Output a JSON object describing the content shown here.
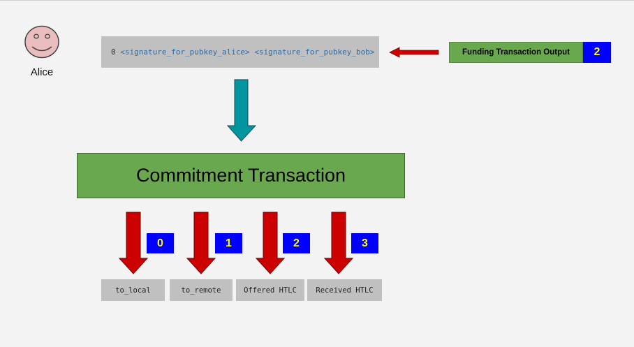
{
  "alice": {
    "name": "Alice"
  },
  "witness": {
    "prefix": "0",
    "sig_alice": "<signature_for_pubkey_alice>",
    "sig_bob": "<signature_for_pubkey_bob>"
  },
  "funding": {
    "label": "Funding Transaction Output",
    "index": "2"
  },
  "commitment": {
    "title": "Commitment Transaction"
  },
  "outputs": [
    {
      "index": "0",
      "label": "to_local"
    },
    {
      "index": "1",
      "label": "to_remote"
    },
    {
      "index": "2",
      "label": "Offered HTLC"
    },
    {
      "index": "3",
      "label": "Received HTLC"
    }
  ],
  "colors": {
    "green_box": "#6aa84f",
    "index_blue": "#0000ff",
    "index_text": "#ffff00",
    "arrow_red": "#cc0000",
    "arrow_teal": "#00959f",
    "grey_box": "#c0c0c0"
  },
  "icons": {
    "alice": "smiley-face-icon"
  }
}
